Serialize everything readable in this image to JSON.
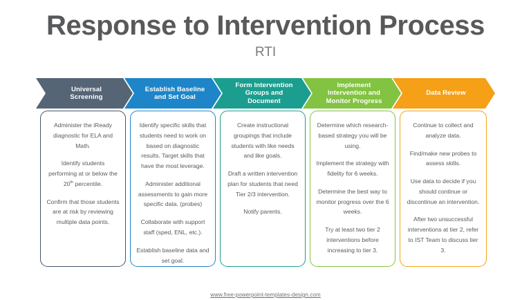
{
  "header": {
    "title": "Response to Intervention Process",
    "subtitle": "RTI"
  },
  "colors": {
    "title_gray": "#58595b",
    "step1": "#566576",
    "step2": "#1e85c8",
    "step3": "#1b9e8f",
    "step4": "#82c341",
    "step5": "#f5a017",
    "card1_border": "#44546a",
    "background": "#ffffff"
  },
  "steps": [
    {
      "label": "Universal\nScreening",
      "color": "#566576",
      "card_border": "#44546a",
      "paragraphs": [
        "Administer the iReady diagnostic for ELA and Math.",
        "Identify students performing at or below the 20th percentile.",
        "Confirm that those students are at risk by reviewing multiple data points."
      ]
    },
    {
      "label": "Establish Baseline\nand Set Goal",
      "color": "#1e85c8",
      "card_border": "#1e85c8",
      "paragraphs": [
        "Identify specific skills that students need to work on based on diagnostic results. Target skills that have the most leverage.",
        "Administer additional assessments to gain more specific data. (probes)",
        "Collaborate with support staff (sped, ENL, etc.).",
        "Establish baseline data and set goal."
      ]
    },
    {
      "label": "Form Intervention\nGroups and\nDocument",
      "color": "#1b9e8f",
      "card_border": "#1b9e8f",
      "paragraphs": [
        "Create instructional groupings that include students with like needs and like goals.",
        "Draft a written intervention plan for students that need Tier 2/3 intervention.",
        "Notify parents."
      ]
    },
    {
      "label": "Implement\nIntervention and\nMonitor Progress",
      "color": "#82c341",
      "card_border": "#82c341",
      "paragraphs": [
        "Determine which research-based strategy you will be using.",
        "Implement the strategy with fidelity for 6 weeks.",
        "Determine the best way to monitor progress over the 6 weeks.",
        "Try at least two tier 2 interventions before increasing to tier 3."
      ]
    },
    {
      "label": "Data Review",
      "color": "#f5a017",
      "card_border": "#f5a017",
      "paragraphs": [
        "Continue to collect and analyze data.",
        "Find/make new probes to assess skills.",
        "Use data to decide if you should continue or discontinue an intervention.",
        "After two unsuccessful interventions at tier 2, refer to IST Team to discuss tier 3."
      ]
    }
  ],
  "footer": {
    "link_text": "www.free-powerpoint-templates-design.com"
  }
}
